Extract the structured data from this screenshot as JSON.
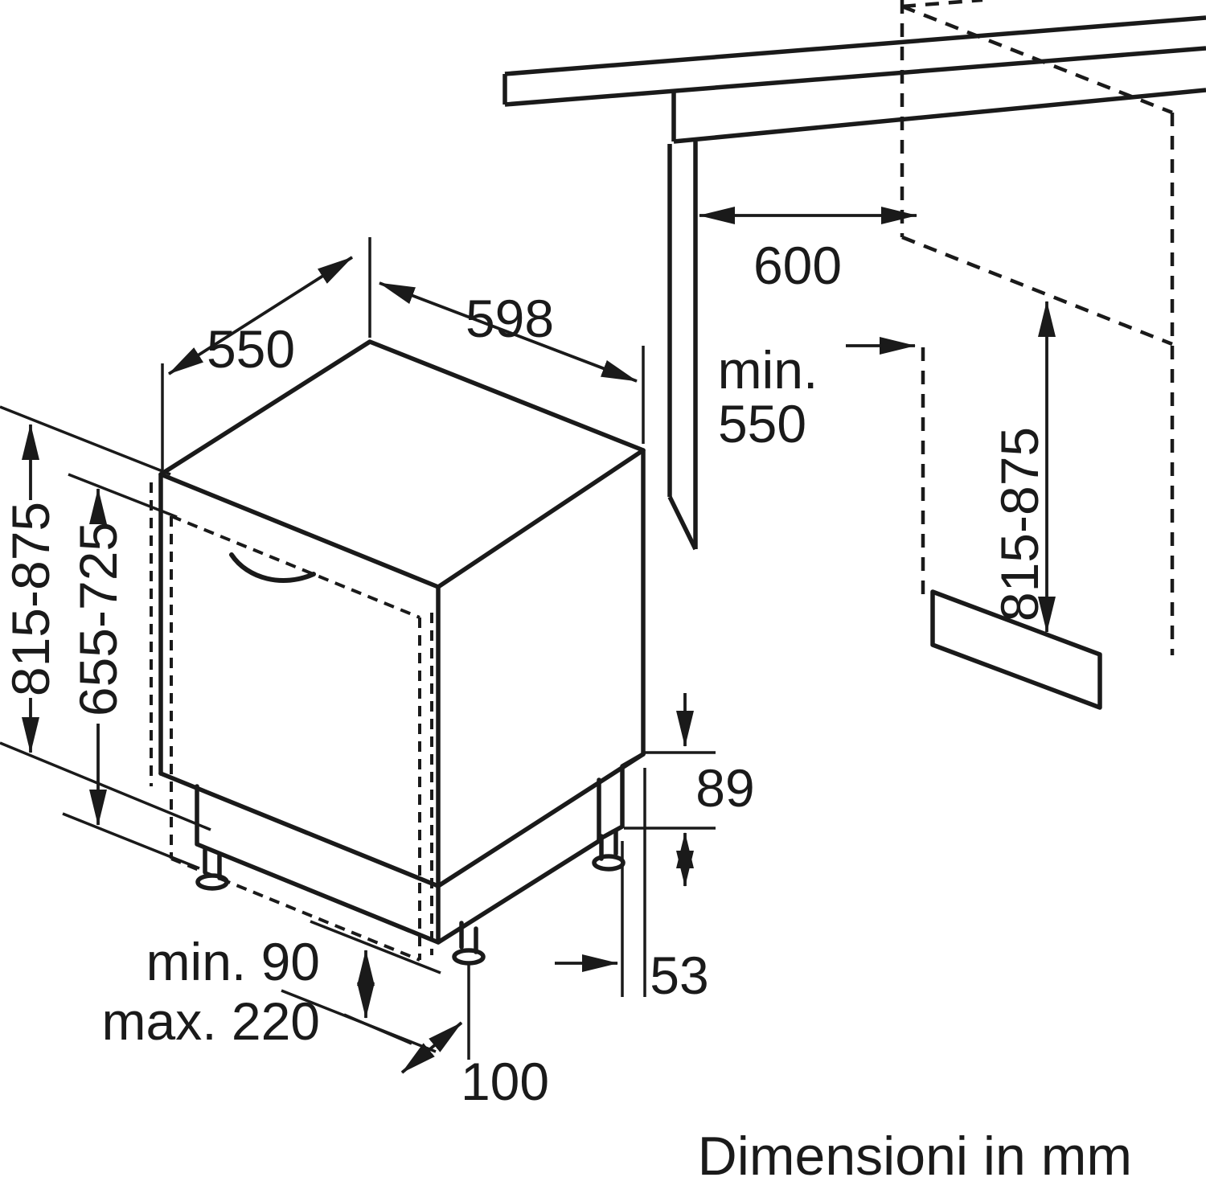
{
  "diagram": {
    "caption": "Dimensioni in mm",
    "appliance": {
      "width_top": "550",
      "width_front": "598",
      "height_total": "815-875",
      "door_height": "655-725",
      "base_step_height": "89",
      "base_recess_depth": "53",
      "foot_offset": "100",
      "plinth_min": "min. 90",
      "plinth_max": "max. 220"
    },
    "niche": {
      "depth": "600",
      "min_label": "min.",
      "min_depth": "550",
      "height": "815-875"
    },
    "colors": {
      "line": "#1a1a1a",
      "background": "#ffffff"
    }
  }
}
